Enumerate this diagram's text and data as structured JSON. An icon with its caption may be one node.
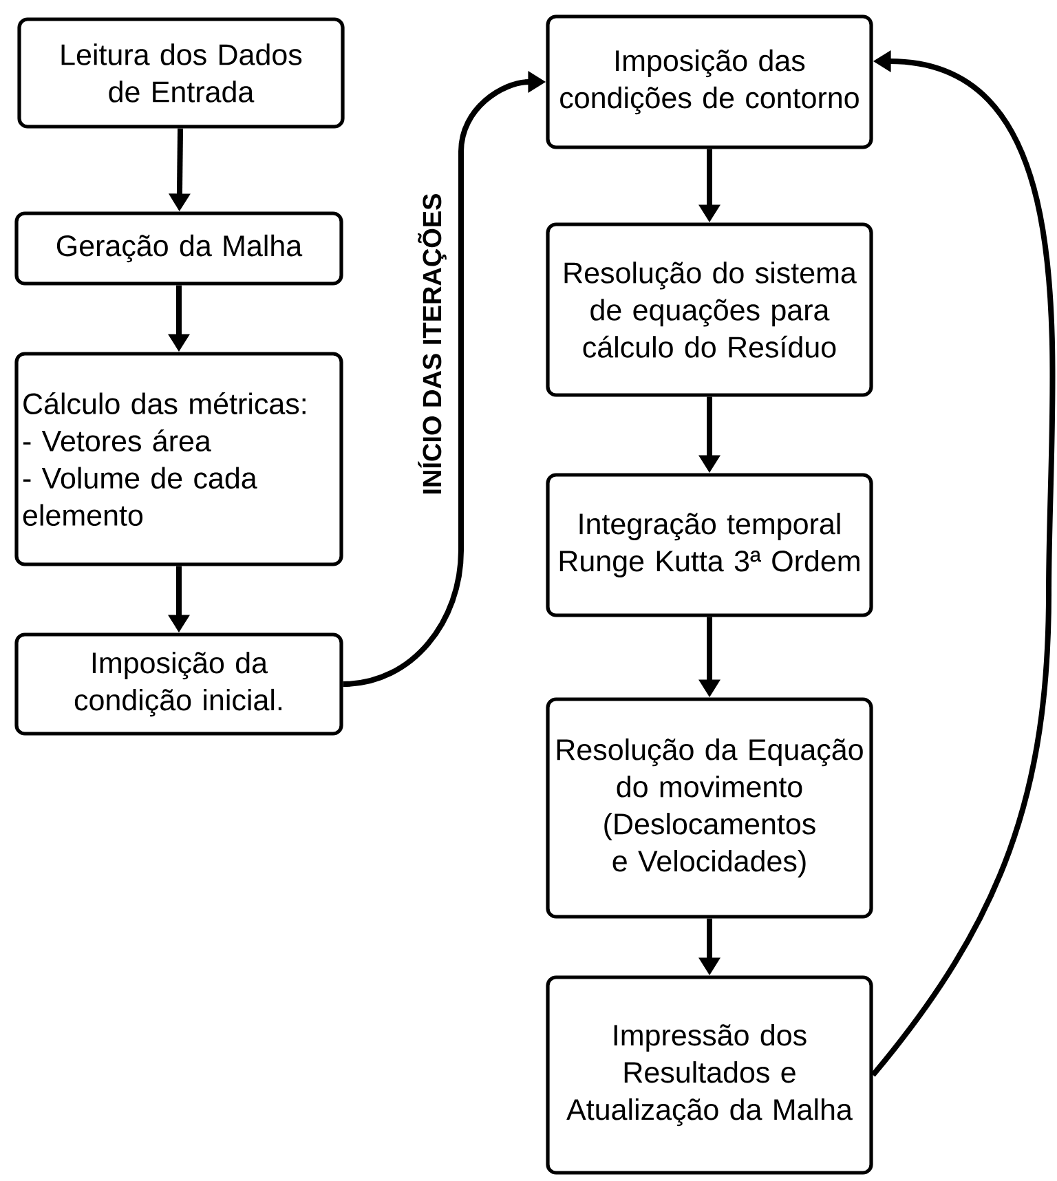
{
  "diagram": {
    "nodes": [
      {
        "text": [
          "Leitura dos Dados de Entrada"
        ]
      },
      {
        "text": [
          "Geração da Malha"
        ]
      },
      {
        "text": [
          "Cálculo das métricas:",
          "- Vetores área",
          "- Volume de cada elemento"
        ]
      },
      {
        "text": [
          "Imposição da condição inicial."
        ]
      },
      {
        "text": [
          "Imposição das condições de contorno"
        ]
      },
      {
        "text": [
          "Resolução do sistema de equações para cálculo do Resíduo"
        ]
      },
      {
        "text": [
          "Integração temporal Runge Kutta 3ª Ordem"
        ]
      },
      {
        "text": [
          "Resolução da Equação do movimento (Deslocamentos e Velocidades)"
        ]
      },
      {
        "text": [
          "Impressão dos Resultados e Atualização da Malha"
        ]
      }
    ],
    "edges": [
      {
        "from": 0,
        "to": 1,
        "arrow": "to"
      },
      {
        "from": 1,
        "to": 2,
        "arrow": "to"
      },
      {
        "from": 2,
        "to": 3,
        "arrow": "to"
      },
      {
        "from": 3,
        "to": 4,
        "arrow": "to",
        "label": "INÍCIO DAS ITERAÇÕES"
      },
      {
        "from": 4,
        "to": 5,
        "arrow": "to"
      },
      {
        "from": 5,
        "to": 6,
        "arrow": "to"
      },
      {
        "from": 6,
        "to": 7,
        "arrow": "to"
      },
      {
        "from": 7,
        "to": 8,
        "arrow": "to"
      },
      {
        "from": 8,
        "to": 4,
        "arrow": "to"
      }
    ]
  }
}
